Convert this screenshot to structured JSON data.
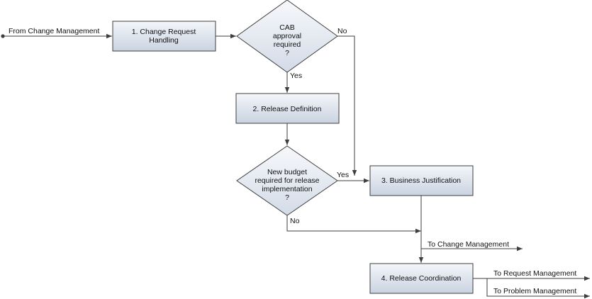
{
  "flow": {
    "start_label": "From Change Management",
    "step1": [
      "1. Change Request",
      "Handling"
    ],
    "decision1": [
      "CAB",
      "approval",
      "required",
      "?"
    ],
    "decision1_no": "No",
    "decision1_yes": "Yes",
    "step2": "2. Release Definition",
    "decision2": [
      "New budget",
      "required for release",
      "implementation",
      "?"
    ],
    "decision2_yes": "Yes",
    "decision2_no": "No",
    "step3": "3. Business Justification",
    "to_change_management": "To Change Management",
    "step4": "4. Release Coordination",
    "to_request_management": "To Request Management",
    "to_problem_management": "To Problem Management"
  },
  "colors": {
    "box_top": "#f4f6fa",
    "box_bottom": "#c9d3e1",
    "stroke": "#3f3f3f"
  }
}
